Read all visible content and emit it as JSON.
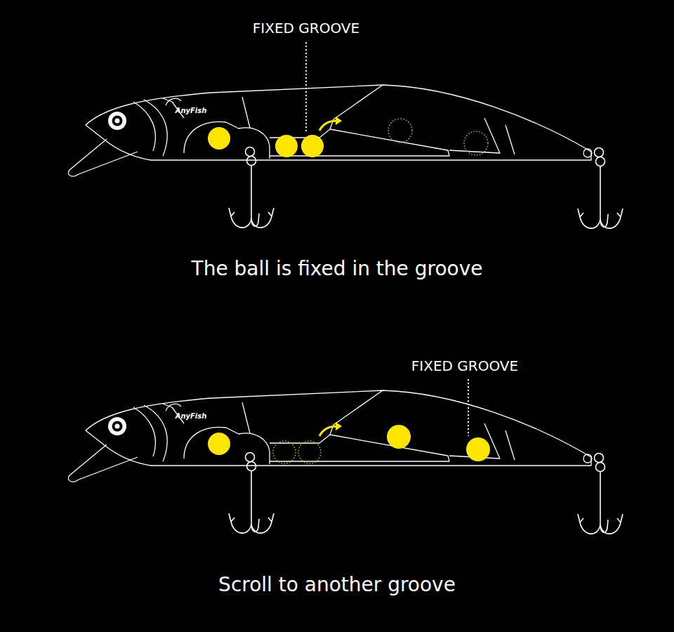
{
  "diagram": {
    "labels": [
      "FIXED GROOVE",
      "AnyFish",
      "The ball is fixed in the groove",
      "FIXED GROOVE",
      "AnyFish",
      "Scroll to another groove"
    ]
  }
}
